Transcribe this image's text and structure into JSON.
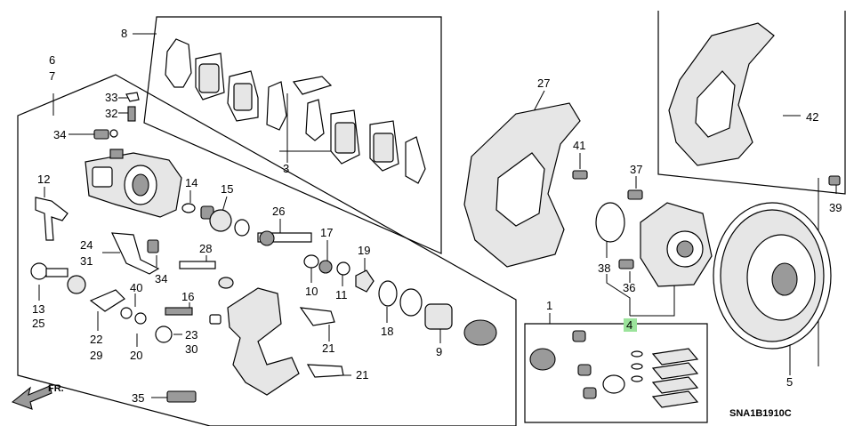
{
  "diagram": {
    "code": "SNA1B1910C",
    "direction_label": "FR.",
    "highlight_color": "#9be39b",
    "callouts": {
      "c1": "1",
      "c3": "3",
      "c4": "4",
      "c5": "5",
      "c6": "6",
      "c7": "7",
      "c8": "8",
      "c9": "9",
      "c10": "10",
      "c11": "11",
      "c12": "12",
      "c13": "13",
      "c14": "14",
      "c15": "15",
      "c16": "16",
      "c17": "17",
      "c18": "18",
      "c19": "19",
      "c20": "20",
      "c21a": "21",
      "c21b": "21",
      "c22": "22",
      "c23": "23",
      "c24": "24",
      "c25": "25",
      "c26": "26",
      "c27": "27",
      "c28": "28",
      "c29": "29",
      "c30": "30",
      "c31": "31",
      "c32": "32",
      "c33": "33",
      "c34a": "34",
      "c34b": "34",
      "c35": "35",
      "c36": "36",
      "c37": "37",
      "c38": "38",
      "c39": "39",
      "c40": "40",
      "c41": "41",
      "c42": "42"
    }
  }
}
